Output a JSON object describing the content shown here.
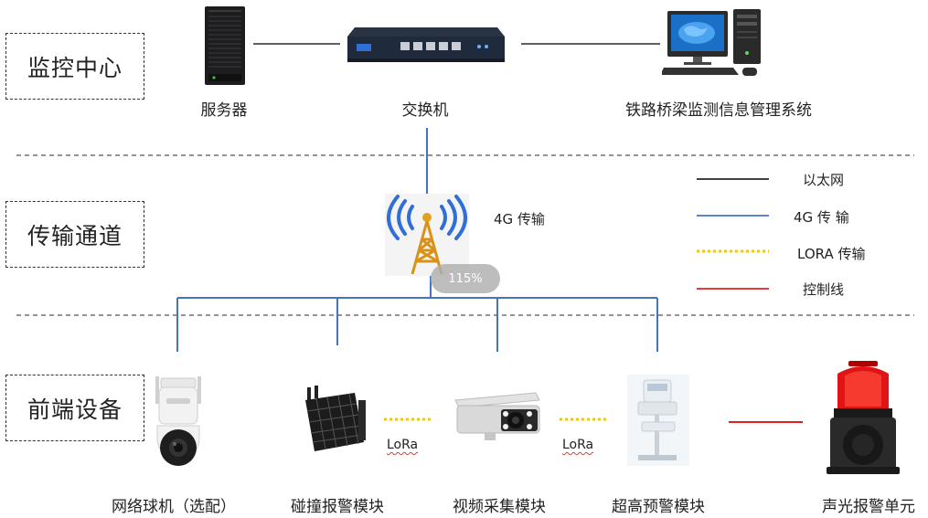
{
  "sections": {
    "monitor_center": "监控中心",
    "transmission": "传输通道",
    "front_end": "前端设备"
  },
  "nodes": {
    "server": "服务器",
    "switch": "交换机",
    "mgmt_system": "铁路桥梁监测信息管理系统",
    "tower": "4G 传输",
    "dome_camera": "网络球机（选配）",
    "collision_alarm": "碰撞报警模块",
    "video_capture": "视频采集模块",
    "overheight_warning": "超高预警模块",
    "sound_light_alarm": "声光报警单元"
  },
  "link_labels": {
    "lora_left": "LoRa",
    "lora_right": "LoRa"
  },
  "legend": {
    "items": [
      {
        "label": "以太网",
        "color": "#000000",
        "style": "solid"
      },
      {
        "label": "4G  传  输",
        "color": "#4472c4",
        "style": "solid"
      },
      {
        "label": "LORA 传输",
        "color": "#f0c419",
        "style": "dotted"
      },
      {
        "label": "控制线",
        "color": "#e02020",
        "style": "solid"
      }
    ]
  },
  "zoom_badge": "115%"
}
